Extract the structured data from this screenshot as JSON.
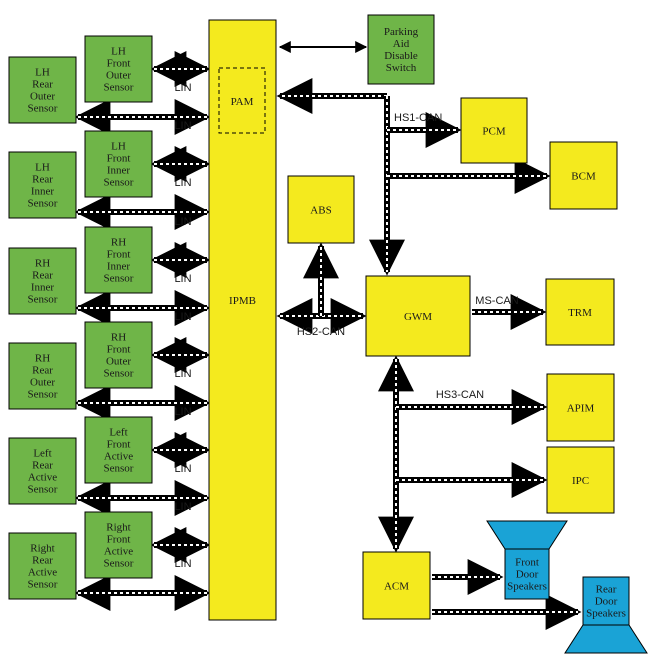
{
  "colors": {
    "module": "#f4ea1e",
    "sensor": "#6fb548",
    "speaker": "#1aa3d6",
    "stroke": "#000000"
  },
  "modules": {
    "ipmb": "IPMB",
    "pam": "PAM",
    "parking_switch": [
      "Parking",
      "Aid",
      "Disable",
      "Switch"
    ],
    "abs": "ABS",
    "gwm": "GWM",
    "pcm": "PCM",
    "bcm": "BCM",
    "trm": "TRM",
    "apim": "APIM",
    "ipc": "IPC",
    "acm": "ACM"
  },
  "sensors": {
    "lh_front_outer": [
      "LH",
      "Front",
      "Outer",
      "Sensor"
    ],
    "lh_rear_outer": [
      "LH",
      "Rear",
      "Outer",
      "Sensor"
    ],
    "lh_front_inner": [
      "LH",
      "Front",
      "Inner",
      "Sensor"
    ],
    "lh_rear_inner": [
      "LH",
      "Rear",
      "Inner",
      "Sensor"
    ],
    "rh_front_inner": [
      "RH",
      "Front",
      "Inner",
      "Sensor"
    ],
    "rh_rear_inner": [
      "RH",
      "Rear",
      "Inner",
      "Sensor"
    ],
    "rh_front_outer": [
      "RH",
      "Front",
      "Outer",
      "Sensor"
    ],
    "rh_rear_outer": [
      "RH",
      "Rear",
      "Outer",
      "Sensor"
    ],
    "left_front_active": [
      "Left",
      "Front",
      "Active",
      "Sensor"
    ],
    "left_rear_active": [
      "Left",
      "Rear",
      "Active",
      "Sensor"
    ],
    "right_front_active": [
      "Right",
      "Front",
      "Active",
      "Sensor"
    ],
    "right_rear_active": [
      "Right",
      "Rear",
      "Active",
      "Sensor"
    ]
  },
  "speakers": {
    "front_door": [
      "Front",
      "Door",
      "Speakers"
    ],
    "rear_door": [
      "Rear",
      "Door",
      "Speakers"
    ]
  },
  "buses": {
    "lin": "LIN",
    "hs1": "HS1-CAN",
    "hs2": "HS2-CAN",
    "hs3": "HS3-CAN",
    "ms": "MS-CAN"
  }
}
